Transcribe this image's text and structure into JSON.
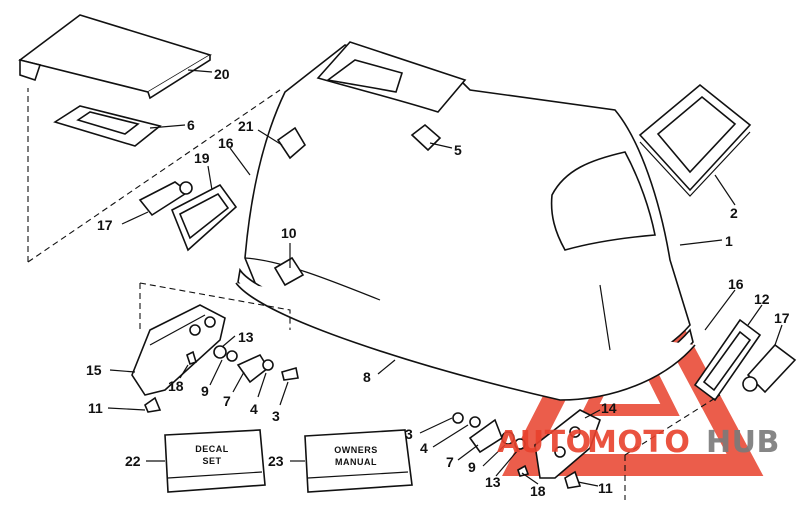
{
  "callouts": {
    "c1": "1",
    "c2": "2",
    "c3a": "3",
    "c3b": "3",
    "c4a": "4",
    "c4b": "4",
    "c5": "5",
    "c6": "6",
    "c7a": "7",
    "c7b": "7",
    "c8": "8",
    "c9a": "9",
    "c9b": "9",
    "c10": "10",
    "c11a": "11",
    "c11b": "11",
    "c12": "12",
    "c13a": "13",
    "c13b": "13",
    "c14": "14",
    "c15": "15",
    "c16a": "16",
    "c16b": "16",
    "c17a": "17",
    "c17b": "17",
    "c18a": "18",
    "c18b": "18",
    "c19": "19",
    "c20": "20",
    "c21": "21",
    "c22": "22",
    "c23": "23"
  },
  "boxes": {
    "decal_line1": "DECAL",
    "decal_line2": "SET",
    "manual_line1": "OWNERS",
    "manual_line2": "MANUAL"
  },
  "watermark": {
    "part1": "AUTO",
    "part2": "MOTO",
    "part3": "HUB",
    "color_red": "#e8412c",
    "color_gray": "#7a7a7a"
  }
}
